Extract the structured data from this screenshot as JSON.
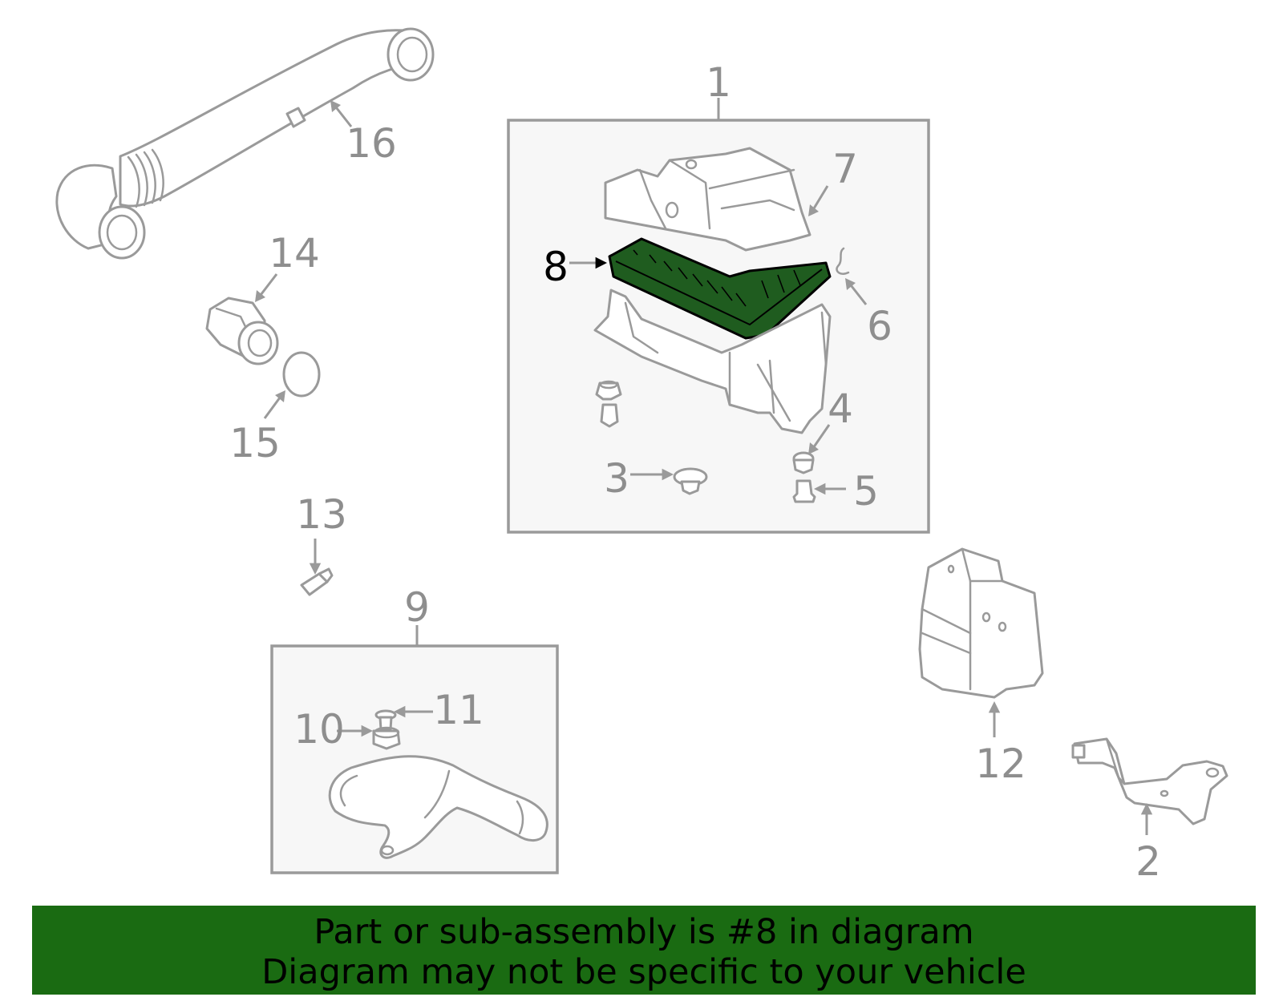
{
  "colors": {
    "highlight_fill": "#1f5c1f",
    "banner_bg": "#1a6b12",
    "line_gray": "#9a9a9a",
    "label_gray": "#8e8e8e",
    "active_label": "#000000"
  },
  "highlighted_part": "8",
  "callouts": [
    {
      "id": "1",
      "label": "1"
    },
    {
      "id": "2",
      "label": "2"
    },
    {
      "id": "3",
      "label": "3"
    },
    {
      "id": "4",
      "label": "4"
    },
    {
      "id": "5",
      "label": "5"
    },
    {
      "id": "6",
      "label": "6"
    },
    {
      "id": "7",
      "label": "7"
    },
    {
      "id": "8",
      "label": "8"
    },
    {
      "id": "9",
      "label": "9"
    },
    {
      "id": "10",
      "label": "10"
    },
    {
      "id": "11",
      "label": "11"
    },
    {
      "id": "12",
      "label": "12"
    },
    {
      "id": "13",
      "label": "13"
    },
    {
      "id": "14",
      "label": "14"
    },
    {
      "id": "15",
      "label": "15"
    },
    {
      "id": "16",
      "label": "16"
    }
  ],
  "banner": {
    "line1": "Part or sub-assembly is #8 in diagram",
    "line2": "Diagram may not be specific to your vehicle"
  }
}
